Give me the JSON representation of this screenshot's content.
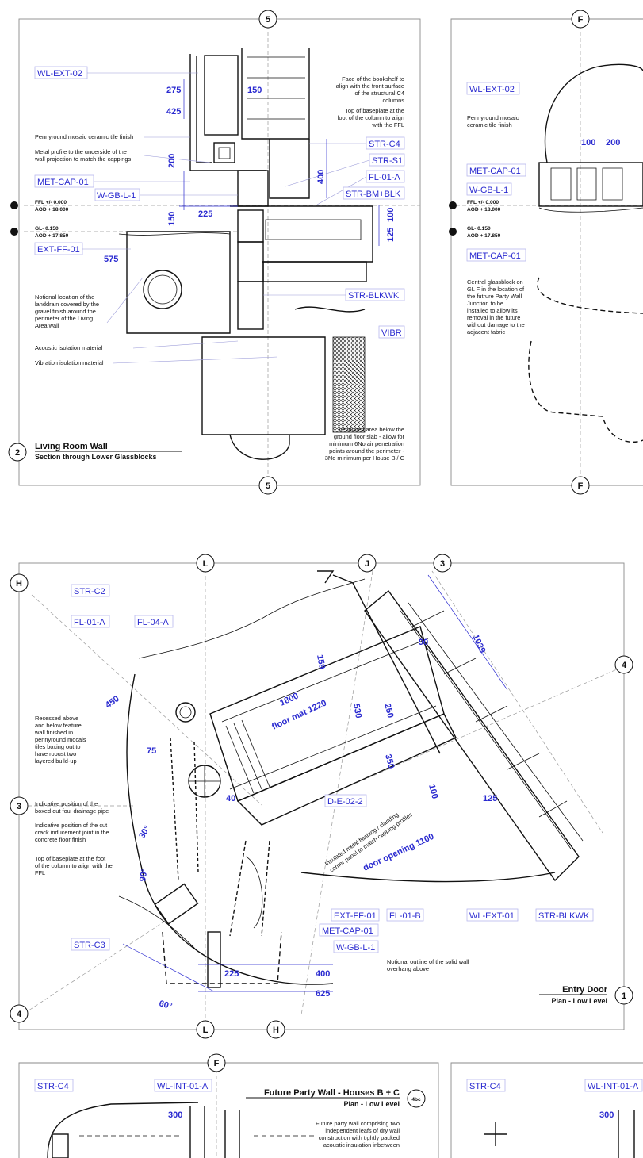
{
  "colors": {
    "annotation": "#2a2ad0",
    "linework": "#111111",
    "gridline": "#999999",
    "frame": "#8a8a8a"
  },
  "sheet2": {
    "grid_top": "5",
    "grid_bottom": "5",
    "number": "2",
    "title": "Living Room Wall",
    "subtitle": "Section through Lower Glassblocks",
    "tags": {
      "wl": "WL-EXT-02",
      "met": "MET-CAP-01",
      "wgb": "W-GB-L-1",
      "ext": "EXT-FF-01",
      "c4": "STR-C4",
      "s1": "STR-S1",
      "fl": "FL-01-A",
      "bm": "STR-BM+BLK",
      "blk": "STR-BLKWK",
      "vibr": "VIBR"
    },
    "dims": {
      "d275": "275",
      "d425": "425",
      "d150a": "150",
      "d200": "200",
      "d400": "400",
      "d150b": "150",
      "d225": "225",
      "d100": "100",
      "d125": "125",
      "d575": "575"
    },
    "levels": {
      "ffl1": "FFL +/- 0.000",
      "ffl2": "AOD + 18.000",
      "gl1": "GL- 0.150",
      "gl2": "AOD + 17.850"
    },
    "notes": {
      "pennyround": "Pennyround mosaic ceramic tile finish",
      "metal": [
        "Metal profile to the underside of the",
        "wall projection to match the cappings"
      ],
      "face": [
        "Face of the bookshelf to",
        "align with the front surface",
        "of the structural C4",
        "columns"
      ],
      "baseplate": [
        "Top of baseplate at the",
        "foot of the column to align",
        "with the FFL"
      ],
      "landdrain": [
        "Notional location of the",
        "landdrain covered by the",
        "gravel finish around the",
        "perimeter of the Living",
        "Area wall"
      ],
      "acoustic": "Acoustic isolation material",
      "vibration": "Vibration isolation material",
      "ventilated": [
        "Ventilated area below the",
        "ground floor slab - allow for",
        "minimum 6No air penetration",
        "points around the perimeter -",
        "3No minimum per House B / C"
      ]
    }
  },
  "sheetF": {
    "grid_top": "F",
    "grid_bottom": "F",
    "tags": {
      "wl": "WL-EXT-02",
      "met": "MET-CAP-01",
      "wgb": "W-GB-L-1",
      "met2": "MET-CAP-01"
    },
    "dims": {
      "d100": "100",
      "d200": "200"
    },
    "levels": {
      "ffl1": "FFL +/- 0.000",
      "ffl2": "AOD + 18.000",
      "gl1": "GL- 0.150",
      "gl2": "AOD + 17.850"
    },
    "notes": {
      "pennyround": [
        "Pennyround mosaic",
        "ceramic tile finish"
      ],
      "glassblock": [
        "Central glassblock on",
        "GL F in the location of",
        "the futrure Party Wall",
        "Junction to be",
        "installed to allow its",
        "removal in the future",
        "without damage to the",
        "adjacent fabric"
      ]
    }
  },
  "sheet1": {
    "grids": {
      "l_top": "L",
      "j": "J",
      "n3_top": "3",
      "h_top": "H",
      "n4_right": "4",
      "n3_left": "3",
      "n4_left": "4",
      "l_bottom": "L",
      "h_bottom": "H"
    },
    "number": "1",
    "title": "Entry Door",
    "subtitle": "Plan - Low Level",
    "tags": {
      "c2": "STR-C2",
      "fl01": "FL-01-A",
      "fl04": "FL-04-A",
      "c3": "STR-C3",
      "ext": "EXT-FF-01",
      "met": "MET-CAP-01",
      "wgb": "W-GB-L-1",
      "flb": "FL-01-B",
      "wlext": "WL-EXT-01",
      "blk": "STR-BLKWK",
      "door": "D-E-02-2"
    },
    "dims": {
      "d450": "450",
      "d75": "75",
      "d40": "40",
      "d30": "30°",
      "d90": "90°",
      "d60": "60°",
      "d225": "225",
      "d400": "400",
      "d625": "625",
      "d159": "159",
      "d530": "530",
      "d250": "250",
      "d350": "350",
      "d100": "100",
      "d90b": "90",
      "d1039": "1039",
      "d125": "125"
    },
    "rotated": {
      "r1800": "1800",
      "mat": "floor mat 1220",
      "opening": "door opening 1100"
    },
    "notes": {
      "recessed": [
        "Recessed above",
        "and below feature",
        "wall finished in",
        "pennyround mocais",
        "tiles boxing out to",
        "have robust two",
        "layered build-up"
      ],
      "foul": [
        "Indicative position of the",
        "boxed out foul drainage pipe"
      ],
      "crack": [
        "Indicative position of the cut",
        "crack inducement joint in the",
        "concrete floor finish"
      ],
      "base": [
        "Top of baseplate at the foot",
        "of the column to align with the",
        "FFL"
      ],
      "flashing": [
        "Insulated metal flashing / cladding",
        "corner panel to match capping profiles"
      ],
      "overhang": [
        "Notional outline of the solid wall",
        "overhang above"
      ]
    }
  },
  "sheet4bc": {
    "grid_top": "F",
    "number": "4bc",
    "title": "Future Party Wall - Houses B + C",
    "subtitle": "Plan - Low Level",
    "tags": {
      "c4": "STR-C4",
      "wl": "WL-INT-01-A"
    },
    "dims": {
      "d300": "300"
    },
    "note": [
      "Future party wall comprising two",
      "independent leafs of dry wall",
      "construction with tightly packed",
      "acoustic insulation inbetween"
    ]
  },
  "sheetRight": {
    "tags": {
      "c4": "STR-C4",
      "wl": "WL-INT-01-A"
    },
    "dims": {
      "d300": "300"
    }
  }
}
